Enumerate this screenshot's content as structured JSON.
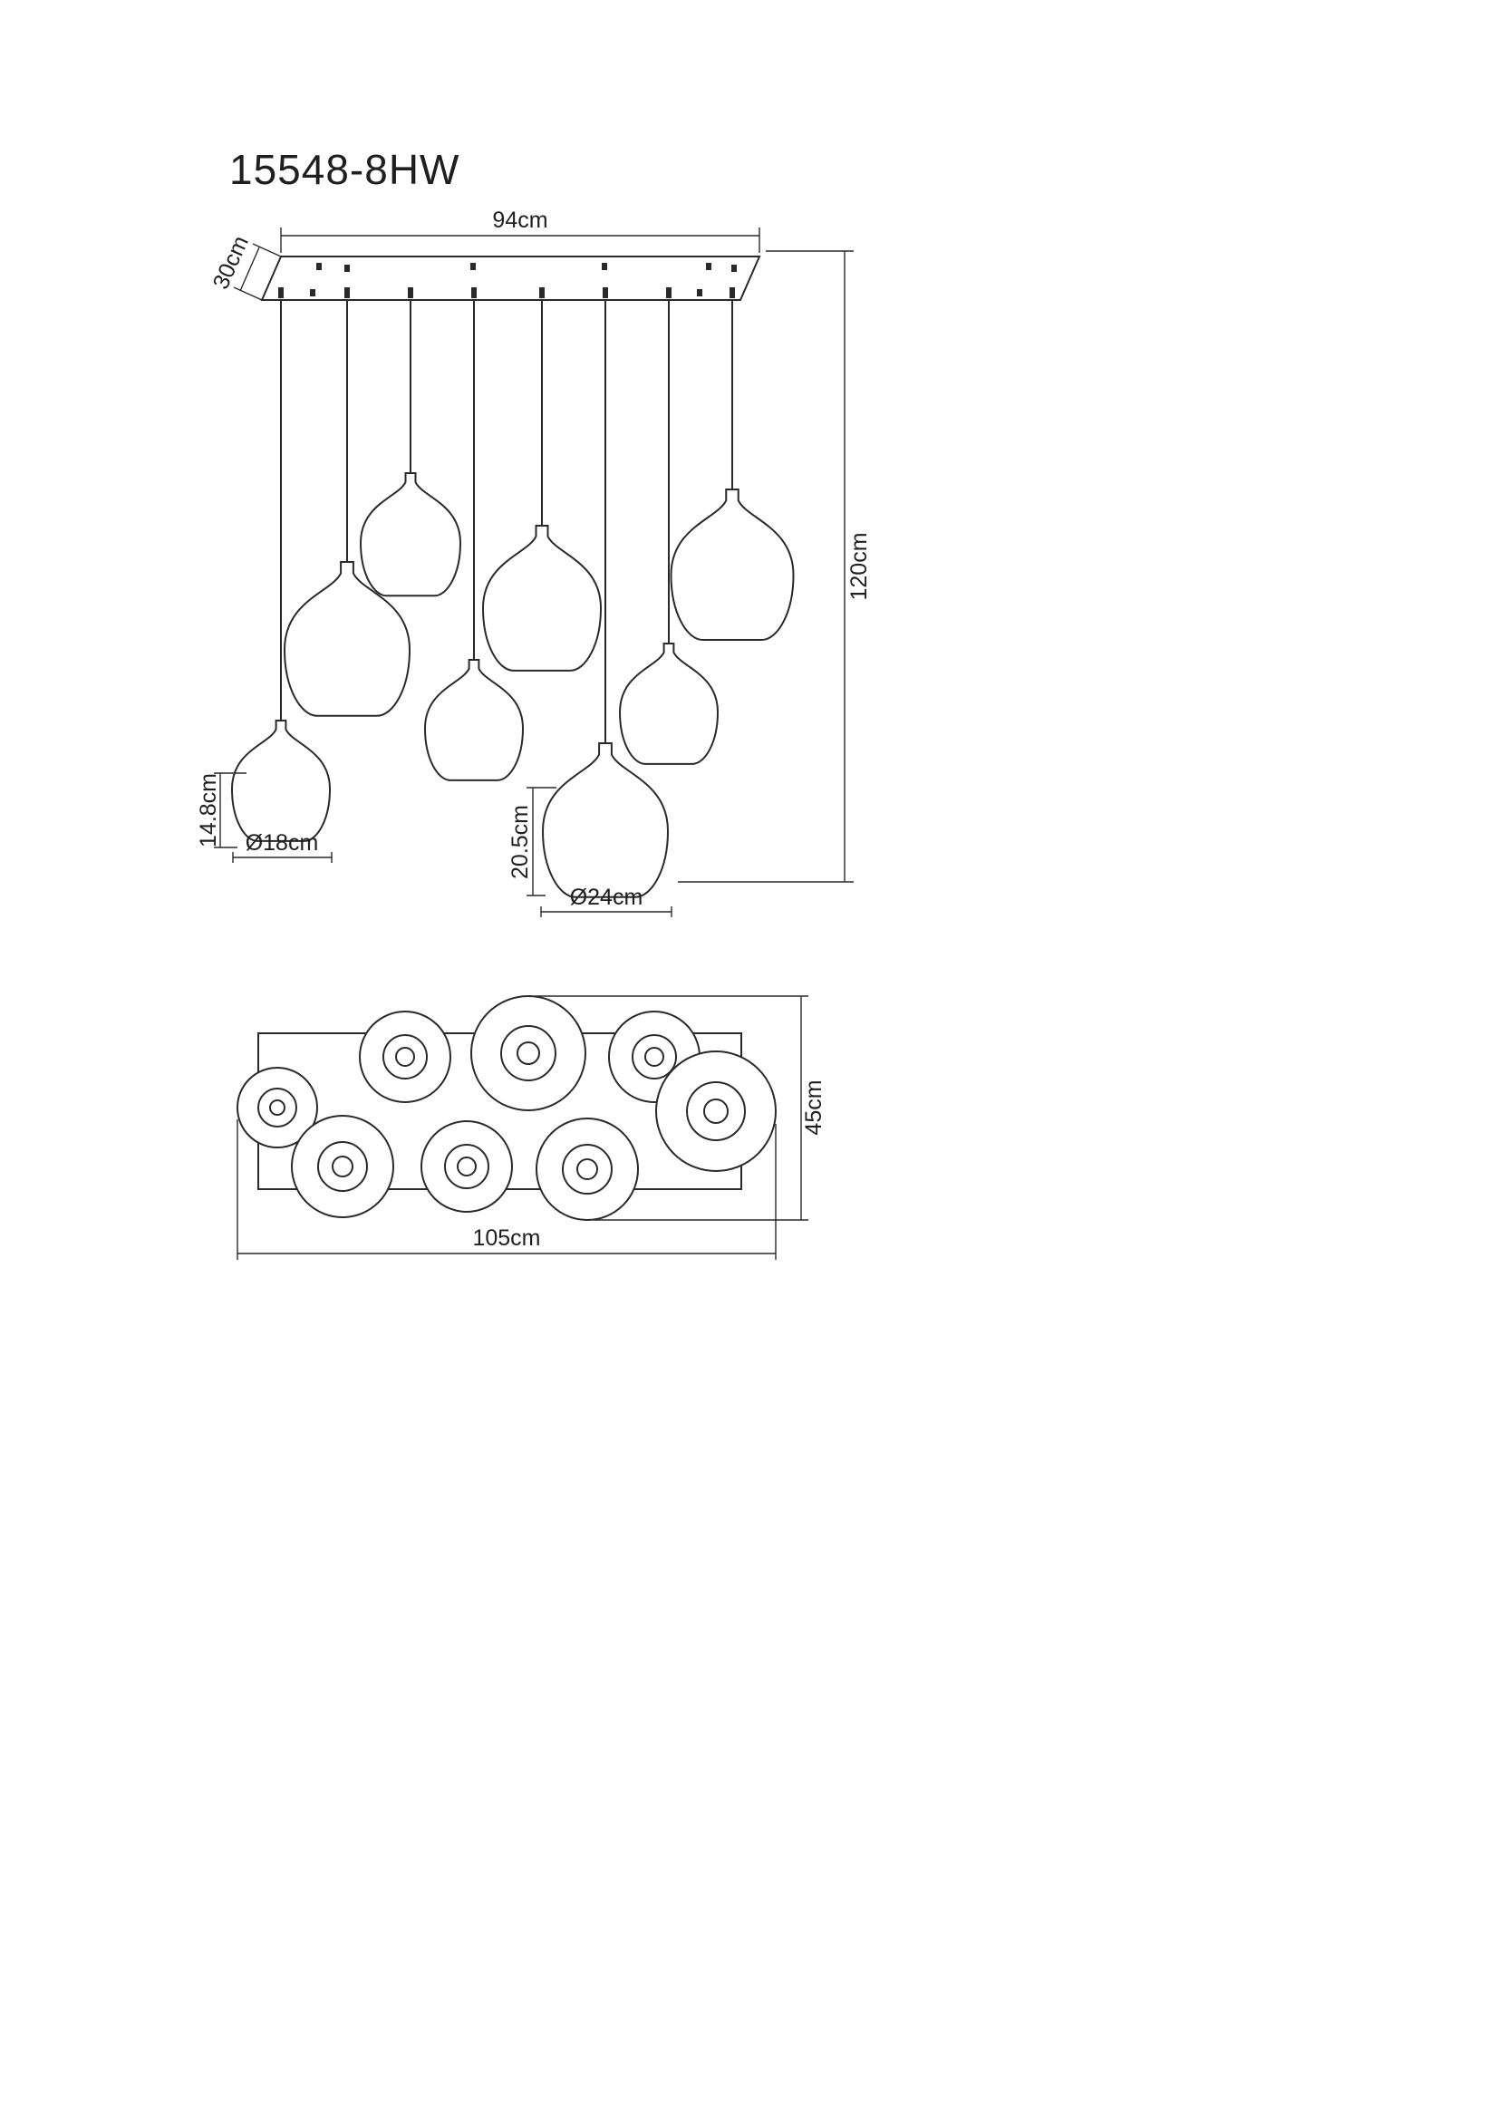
{
  "title": "15548-8HW",
  "colors": {
    "line": "#2a2a2a",
    "background": "#ffffff"
  },
  "front_view": {
    "canopy_width": "94cm",
    "canopy_depth": "30cm",
    "overall_drop": "120cm",
    "small_shade_height": "14.8cm",
    "small_shade_diameter": "Ø18cm",
    "large_shade_height": "20.5cm",
    "large_shade_diameter": "Ø24cm",
    "pendant_count": 8
  },
  "top_view": {
    "overall_width": "105cm",
    "overall_depth": "45cm",
    "disc_count": 8
  }
}
